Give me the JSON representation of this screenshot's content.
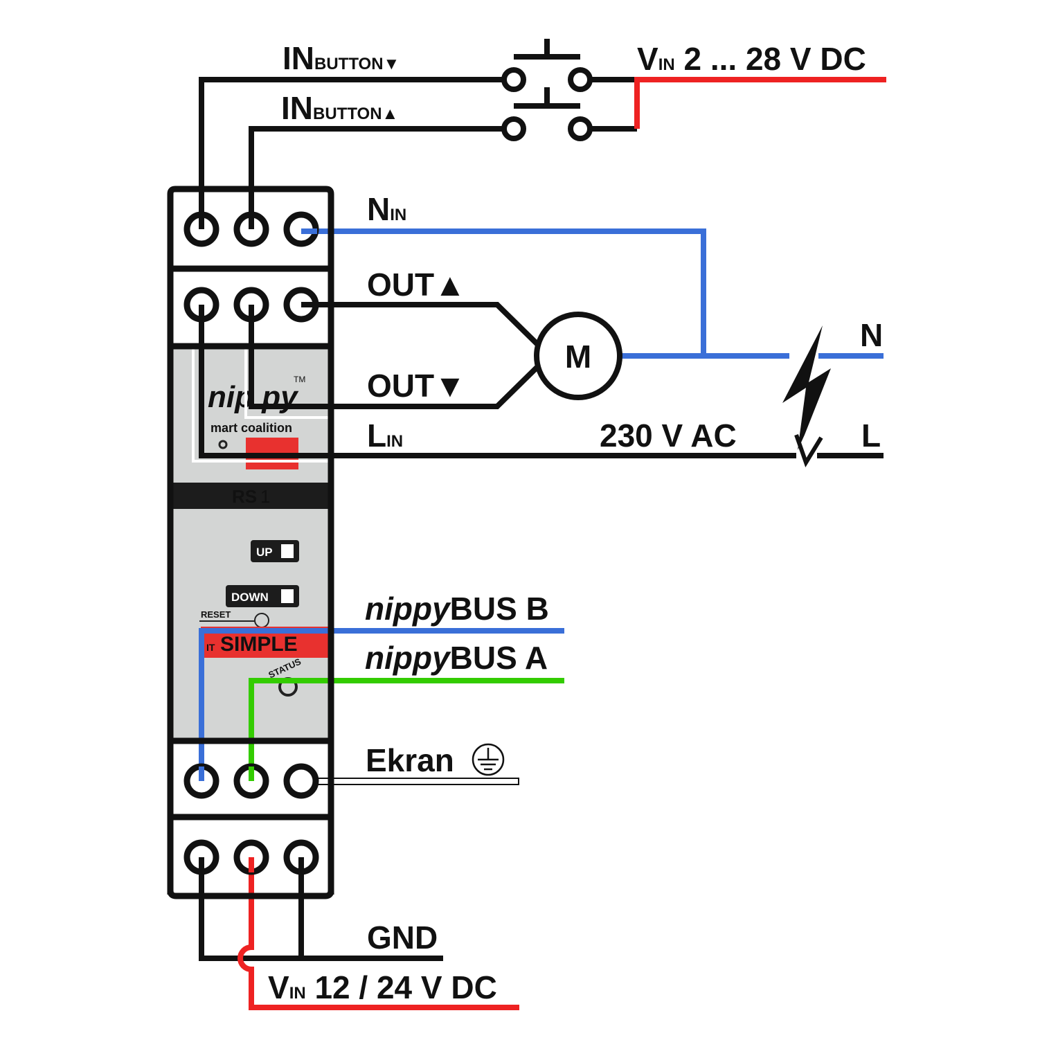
{
  "labels": {
    "in_button_down": {
      "main": "IN",
      "sub": "BUTTON▼"
    },
    "in_button_up": {
      "main": "IN",
      "sub": "BUTTON▲"
    },
    "vin_dc_button": {
      "main": "V",
      "sub": "IN",
      "rest": " 2 ... 28 V DC"
    },
    "n_in": {
      "main": "N",
      "sub": "IN"
    },
    "out_up": "OUT▲",
    "out_down": "OUT▼",
    "l_in": {
      "main": "L",
      "sub": "IN"
    },
    "motor": "M",
    "neutral": "N",
    "line": "L",
    "ac_voltage": "230 V AC",
    "bus_b": {
      "italic": "nippy",
      "rest": "BUS B"
    },
    "bus_a": {
      "italic": "nippy",
      "rest": "BUS A"
    },
    "ekran": "Ekran",
    "gnd": "GND",
    "vin_supply": {
      "main": "V",
      "sub": "IN",
      "rest": " 12 / 24 V DC"
    }
  },
  "device": {
    "logo_partial": "nip  py",
    "trademark": "TM",
    "tagline_partial": "mart coalition",
    "model_bold": "RS",
    "model_num": "1",
    "up_label": "UP",
    "down_label": "DOWN",
    "reset_label": "RESET",
    "brand_partial": "SIMPLE",
    "brand_prefix": "IT",
    "status_label": "STATUS"
  },
  "colors": {
    "wire_black": "#111111",
    "wire_blue": "#3a6fd8",
    "wire_red": "#ee2222",
    "wire_green": "#33cc00",
    "panel_gray": "#d3d5d4",
    "brand_red": "#e8312f",
    "label_band": "#1c1c1c"
  },
  "icons": [
    "push-button-icon",
    "motor-icon",
    "lightning-icon",
    "ground-icon",
    "terminal-screw-icon"
  ]
}
